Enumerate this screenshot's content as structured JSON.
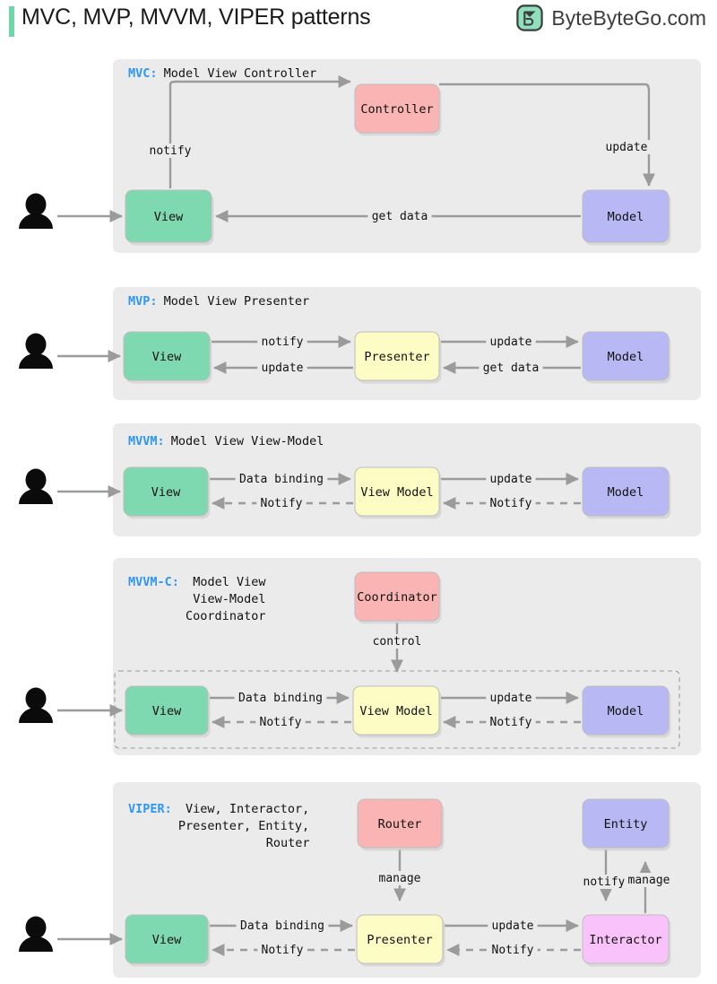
{
  "header": {
    "title": "MVC, MVP, MVVM, VIPER patterns",
    "accent_color": "#6fd6a8",
    "brand_name": "ByteByteGo.com",
    "brand_logo_icon": "bytebytego-logo-icon"
  },
  "palette": {
    "panel_bg": "#ebebeb",
    "page_bg": "#ffffff",
    "view_green": "#7fd9b0",
    "model_purple": "#b8b8f5",
    "controller_pink": "#fab4b4",
    "presenter_yellow": "#fcfcc4",
    "interactor_magenta": "#fac2fa",
    "edge_gray": "#9b9b9b",
    "section_label_blue": "#2f97ee",
    "actor_black": "#0b0b0b"
  },
  "actor_icon": "user-avatar-icon",
  "sections": [
    {
      "id": "mvc",
      "prefix": "MVC:",
      "title_lines": [
        "Model View Controller"
      ],
      "nodes": [
        {
          "id": "view",
          "label": "View",
          "color": "#7fd9b0"
        },
        {
          "id": "controller",
          "label": "Controller",
          "color": "#fab4b4"
        },
        {
          "id": "model",
          "label": "Model",
          "color": "#b8b8f5"
        }
      ],
      "edges": [
        {
          "from": "actor",
          "to": "view",
          "label": "",
          "style": "solid"
        },
        {
          "from": "view",
          "to": "controller",
          "label": "notify",
          "style": "solid"
        },
        {
          "from": "controller",
          "to": "model",
          "label": "update",
          "style": "solid"
        },
        {
          "from": "model",
          "to": "view",
          "label": "get data",
          "style": "solid"
        }
      ]
    },
    {
      "id": "mvp",
      "prefix": "MVP:",
      "title_lines": [
        "Model View Presenter"
      ],
      "nodes": [
        {
          "id": "view",
          "label": "View",
          "color": "#7fd9b0"
        },
        {
          "id": "presenter",
          "label": "Presenter",
          "color": "#fcfcc4"
        },
        {
          "id": "model",
          "label": "Model",
          "color": "#b8b8f5"
        }
      ],
      "edges": [
        {
          "from": "actor",
          "to": "view",
          "label": "",
          "style": "solid"
        },
        {
          "from": "view",
          "to": "presenter",
          "label": "notify",
          "style": "solid"
        },
        {
          "from": "presenter",
          "to": "view",
          "label": "update",
          "style": "solid"
        },
        {
          "from": "presenter",
          "to": "model",
          "label": "update",
          "style": "solid"
        },
        {
          "from": "model",
          "to": "presenter",
          "label": "get data",
          "style": "solid"
        }
      ]
    },
    {
      "id": "mvvm",
      "prefix": "MVVM:",
      "title_lines": [
        "Model View View-Model"
      ],
      "nodes": [
        {
          "id": "view",
          "label": "View",
          "color": "#7fd9b0"
        },
        {
          "id": "viewmodel",
          "label": "View Model",
          "color": "#fcfcc4"
        },
        {
          "id": "model",
          "label": "Model",
          "color": "#b8b8f5"
        }
      ],
      "edges": [
        {
          "from": "actor",
          "to": "view",
          "label": "",
          "style": "solid"
        },
        {
          "from": "view",
          "to": "viewmodel",
          "label": "Data binding",
          "style": "solid"
        },
        {
          "from": "viewmodel",
          "to": "view",
          "label": "Notify",
          "style": "dashed"
        },
        {
          "from": "viewmodel",
          "to": "model",
          "label": "update",
          "style": "solid"
        },
        {
          "from": "model",
          "to": "viewmodel",
          "label": "Notify",
          "style": "dashed"
        }
      ]
    },
    {
      "id": "mvvmc",
      "prefix": "MVVM-C:",
      "title_lines": [
        "Model View",
        "View-Model",
        "Coordinator"
      ],
      "nodes": [
        {
          "id": "coordinator",
          "label": "Coordinator",
          "color": "#fab4b4"
        },
        {
          "id": "view",
          "label": "View",
          "color": "#7fd9b0"
        },
        {
          "id": "viewmodel",
          "label": "View Model",
          "color": "#fcfcc4"
        },
        {
          "id": "model",
          "label": "Model",
          "color": "#b8b8f5"
        }
      ],
      "edges": [
        {
          "from": "coordinator",
          "to": "viewmodel",
          "label": "control",
          "style": "solid"
        },
        {
          "from": "actor",
          "to": "view",
          "label": "",
          "style": "solid"
        },
        {
          "from": "view",
          "to": "viewmodel",
          "label": "Data binding",
          "style": "solid"
        },
        {
          "from": "viewmodel",
          "to": "view",
          "label": "Notify",
          "style": "dashed"
        },
        {
          "from": "viewmodel",
          "to": "model",
          "label": "update",
          "style": "solid"
        },
        {
          "from": "model",
          "to": "viewmodel",
          "label": "Notify",
          "style": "dashed"
        }
      ],
      "has_dashed_group": true
    },
    {
      "id": "viper",
      "prefix": "VIPER:",
      "title_lines": [
        "View, Interactor,",
        "Presenter, Entity,",
        "Router"
      ],
      "nodes": [
        {
          "id": "router",
          "label": "Router",
          "color": "#fab4b4"
        },
        {
          "id": "entity",
          "label": "Entity",
          "color": "#b8b8f5"
        },
        {
          "id": "view",
          "label": "View",
          "color": "#7fd9b0"
        },
        {
          "id": "presenter",
          "label": "Presenter",
          "color": "#fcfcc4"
        },
        {
          "id": "interactor",
          "label": "Interactor",
          "color": "#fac2fa"
        }
      ],
      "edges": [
        {
          "from": "router",
          "to": "presenter",
          "label": "manage",
          "style": "solid"
        },
        {
          "from": "entity",
          "to": "interactor",
          "label": "notify",
          "style": "solid"
        },
        {
          "from": "interactor",
          "to": "entity",
          "label": "manage",
          "style": "solid"
        },
        {
          "from": "actor",
          "to": "view",
          "label": "",
          "style": "solid"
        },
        {
          "from": "view",
          "to": "presenter",
          "label": "Data binding",
          "style": "solid"
        },
        {
          "from": "presenter",
          "to": "view",
          "label": "Notify",
          "style": "dashed"
        },
        {
          "from": "presenter",
          "to": "interactor",
          "label": "update",
          "style": "solid"
        },
        {
          "from": "interactor",
          "to": "presenter",
          "label": "Notify",
          "style": "dashed"
        }
      ]
    }
  ]
}
